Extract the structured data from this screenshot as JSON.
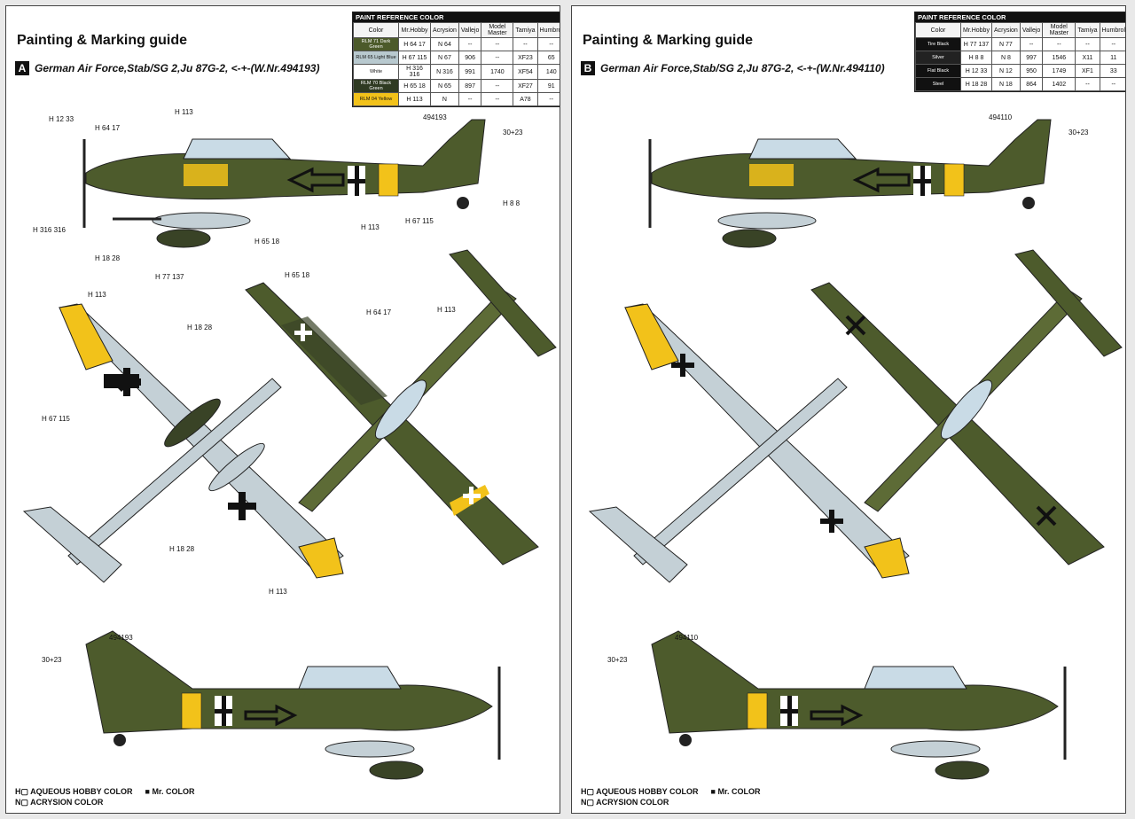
{
  "reference_table": {
    "heading": "PAINT REFERENCE COLOR",
    "columns": [
      "Color",
      "Mr.Hobby",
      "Acrysion",
      "Vallejo",
      "Model Master",
      "Tamiya",
      "Humbrol"
    ]
  },
  "panels": [
    {
      "id": "A",
      "title": "Painting & Marking guide",
      "badge": "A",
      "subtitle": "German Air Force,Stab/SG 2,Ju 87G-2, <-+-(W.Nr.494193)",
      "rows": [
        {
          "color": "RLM 71 Dark Green",
          "mrhobby": "H 64 17",
          "acrysion": "N 64",
          "vallejo": "--",
          "modelmaster": "--",
          "tamiya": "--",
          "humbrol": "--",
          "swatch": "#4c5a2a"
        },
        {
          "color": "RLM 65 Light Blue",
          "mrhobby": "H 67 115",
          "acrysion": "N 67",
          "vallejo": "906",
          "modelmaster": "--",
          "tamiya": "XF23",
          "humbrol": "65",
          "swatch": "#b8c9cf"
        },
        {
          "color": "White",
          "mrhobby": "H 316 316",
          "acrysion": "N 316",
          "vallejo": "991",
          "modelmaster": "1740",
          "tamiya": "XF54",
          "humbrol": "140",
          "swatch": "#ffffff"
        },
        {
          "color": "RLM 70 Black Green",
          "mrhobby": "H 65 18",
          "acrysion": "N 65",
          "vallejo": "897",
          "modelmaster": "--",
          "tamiya": "XF27",
          "humbrol": "91",
          "swatch": "#2f3a22"
        },
        {
          "color": "RLM 04 Yellow",
          "mrhobby": "H 113",
          "acrysion": "N",
          "vallejo": "--",
          "modelmaster": "--",
          "tamiya": "A78",
          "humbrol": "--",
          "swatch": "#f2c21a"
        }
      ],
      "serial": "494193"
    },
    {
      "id": "B",
      "title": "Painting & Marking guide",
      "badge": "B",
      "subtitle": "German Air Force,Stab/SG 2,Ju 87G-2, <-+-(W.Nr.494110)",
      "rows": [
        {
          "color": "Tire Black",
          "mrhobby": "H 77 137",
          "acrysion": "N 77",
          "vallejo": "--",
          "modelmaster": "--",
          "tamiya": "--",
          "humbrol": "--",
          "swatch": "#111111"
        },
        {
          "color": "Silver",
          "mrhobby": "H 8 8",
          "acrysion": "N 8",
          "vallejo": "997",
          "modelmaster": "1546",
          "tamiya": "X11",
          "humbrol": "11",
          "swatch": "#222222"
        },
        {
          "color": "Flat Black",
          "mrhobby": "H 12 33",
          "acrysion": "N 12",
          "vallejo": "950",
          "modelmaster": "1749",
          "tamiya": "XF1",
          "humbrol": "33",
          "swatch": "#111111"
        },
        {
          "color": "Steel",
          "mrhobby": "H 18 28",
          "acrysion": "N 18",
          "vallejo": "864",
          "modelmaster": "1402",
          "tamiya": "--",
          "humbrol": "--",
          "swatch": "#111111"
        }
      ],
      "serial": "494110"
    }
  ],
  "legend": {
    "aqueous": "AQUEOUS HOBBY COLOR",
    "mr_color": "Mr. COLOR",
    "acrysion": "ACRYSION COLOR",
    "h_prefix": "H",
    "n_prefix": "N"
  },
  "callouts_side": [
    "H 12 33",
    "H 64 17",
    "H 113",
    "H 316 316",
    "H 65 18",
    "H 113",
    "H 67 115",
    "H 8 8",
    "H 18 28",
    "H 77 137",
    "30+23"
  ],
  "callouts_plan": [
    "H 113",
    "H 18 28",
    "H 67 115",
    "H 65 18",
    "H 64 17",
    "H 113",
    "H 18 28",
    "H 113"
  ],
  "colors": {
    "dark_green": "#4d5b2c",
    "black_green": "#394326",
    "light_blue": "#c4d0d6",
    "yellow": "#f2c21a",
    "black": "#111111"
  }
}
